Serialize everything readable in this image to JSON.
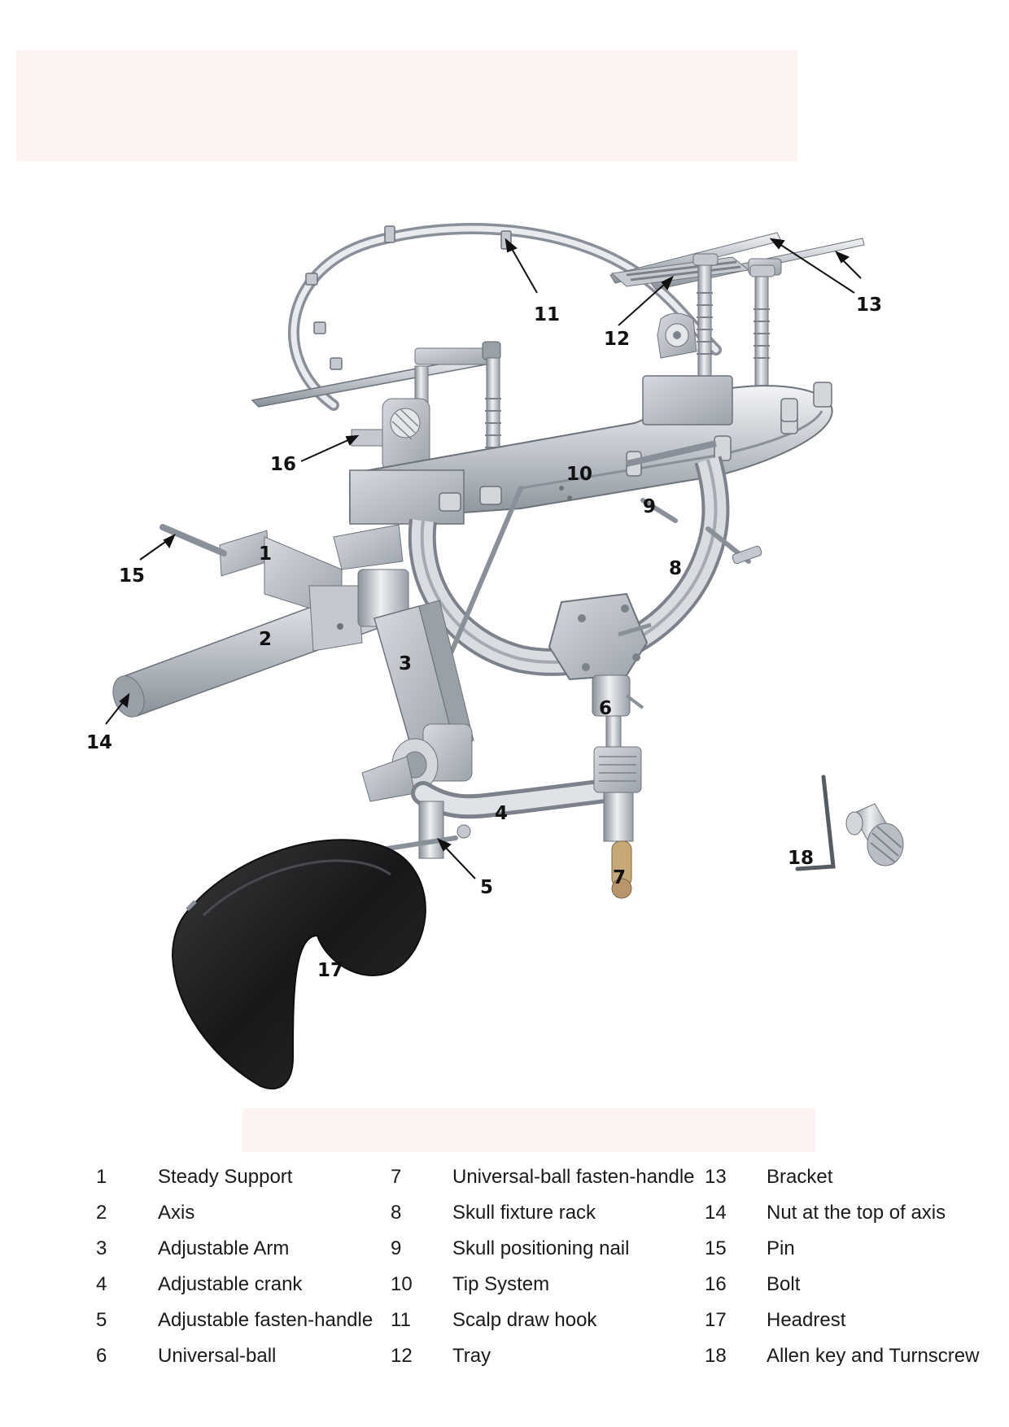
{
  "colors": {
    "band": "#fdf3f1",
    "metal_light": "#e6e8ec",
    "metal": "#b9bec5",
    "metal_dark": "#7c828b",
    "pad": "#1c1c1e",
    "brass": "#c9a878",
    "ink": "#111111"
  },
  "callouts": [
    {
      "number": "1"
    },
    {
      "number": "2"
    },
    {
      "number": "3"
    },
    {
      "number": "4"
    },
    {
      "number": "5"
    },
    {
      "number": "6"
    },
    {
      "number": "7"
    },
    {
      "number": "8"
    },
    {
      "number": "9"
    },
    {
      "number": "10"
    },
    {
      "number": "11"
    },
    {
      "number": "12"
    },
    {
      "number": "13"
    },
    {
      "number": "14"
    },
    {
      "number": "15"
    },
    {
      "number": "16"
    },
    {
      "number": "17"
    },
    {
      "number": "18"
    }
  ],
  "legend": [
    {
      "number": "1",
      "name": "Steady Support"
    },
    {
      "number": "2",
      "name": "Axis"
    },
    {
      "number": "3",
      "name": "Adjustable Arm"
    },
    {
      "number": "4",
      "name": "Adjustable crank"
    },
    {
      "number": "5",
      "name": "Adjustable fasten-handle"
    },
    {
      "number": "6",
      "name": "Universal-ball"
    },
    {
      "number": "7",
      "name": "Universal-ball fasten-handle"
    },
    {
      "number": "8",
      "name": "Skull fixture rack"
    },
    {
      "number": "9",
      "name": "Skull positioning nail"
    },
    {
      "number": "10",
      "name": "Tip System"
    },
    {
      "number": "11",
      "name": "Scalp draw hook"
    },
    {
      "number": "12",
      "name": "Tray"
    },
    {
      "number": "13",
      "name": "Bracket"
    },
    {
      "number": "14",
      "name": "Nut at the top of axis"
    },
    {
      "number": "15",
      "name": "Pin"
    },
    {
      "number": "16",
      "name": "Bolt"
    },
    {
      "number": "17",
      "name": "Headrest"
    },
    {
      "number": "18",
      "name": "Allen key and Turnscrew"
    }
  ]
}
